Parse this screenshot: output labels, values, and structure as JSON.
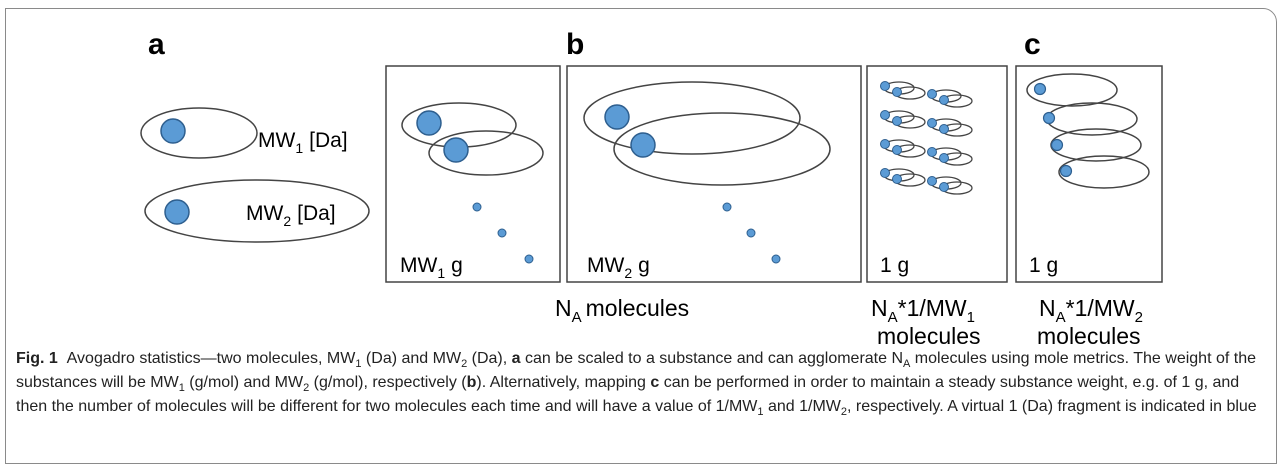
{
  "panel_labels": {
    "a": "a",
    "b": "b",
    "c": "c"
  },
  "molecules": {
    "mw1": {
      "prefix": "MW",
      "sub": "1",
      "suffix": "[Da]"
    },
    "mw2": {
      "prefix": "MW",
      "sub": "2",
      "suffix": "[Da]"
    }
  },
  "boxes": {
    "box1": {
      "prefix": "MW",
      "sub": "1",
      "suffix": "g"
    },
    "box2": {
      "prefix": "MW",
      "sub": "2",
      "suffix": "g"
    },
    "box3": {
      "label": "1 g"
    },
    "box4": {
      "label": "1 g"
    }
  },
  "bottom_labels": {
    "na": {
      "prefix": "N",
      "sub": "A",
      "suffix": "molecules"
    },
    "na1": {
      "prefix": "N",
      "sub": "A",
      "suffix": "*1/MW",
      "sub2": "1",
      "line2": "molecules"
    },
    "na2": {
      "prefix": "N",
      "sub": "A",
      "suffix": "*1/MW",
      "sub2": "2",
      "line2": "molecules"
    }
  },
  "colors": {
    "fragment_fill": "#5b9bd5",
    "fragment_stroke": "#2e5f8f",
    "outline": "#444444"
  },
  "caption": {
    "fig_label": "Fig. 1",
    "t1": "Avogadro statistics—two molecules, MW",
    "s1": "1",
    "t2": " (Da) and MW",
    "s2": "2",
    "t3": " (Da), ",
    "b1": "a",
    "t4": " can be scaled to a substance and can agglomerate N",
    "s3": "A",
    "t5": " molecules using mole metrics. The weight of the substances will be MW",
    "s4": "1",
    "t6": " (g/mol) and MW",
    "s5": "2",
    "t7": " (g/mol), respectively (",
    "b2": "b",
    "t8": "). Alternatively, mapping ",
    "b3": "c",
    "t9": " can be performed in order to maintain a steady substance weight, e.g. of 1 g, and then the number of molecules will be different for two molecules each time and will have a value of 1/MW",
    "s6": "1",
    "t10": " and 1/MW",
    "s7": "2",
    "t11": ", respectively. A virtual 1 (Da) fragment is indicated in blue"
  }
}
